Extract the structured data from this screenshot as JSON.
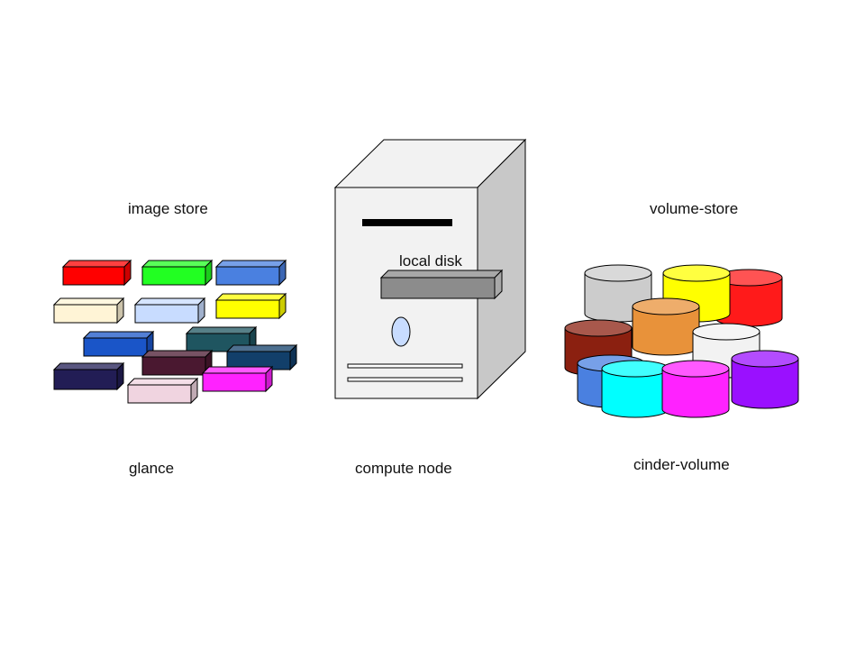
{
  "labels": {
    "image_store": "image store",
    "volume_store": "volume-store",
    "local_disk": "local disk",
    "glance": "glance",
    "compute_node": "compute node",
    "cinder_volume": "cinder-volume"
  },
  "image_blocks": [
    {
      "color": "#ff0000"
    },
    {
      "color": "#22ff22"
    },
    {
      "color": "#4a80e0"
    },
    {
      "color": "#fff4d6"
    },
    {
      "color": "#c8dcff"
    },
    {
      "color": "#ffff00"
    },
    {
      "color": "#1a55c8"
    },
    {
      "color": "#1f5560"
    },
    {
      "color": "#123f6a"
    },
    {
      "color": "#4a1830"
    },
    {
      "color": "#221d55"
    },
    {
      "color": "#ff22ff"
    },
    {
      "color": "#f0d4e0"
    }
  ],
  "volumes": [
    {
      "color": "#cccccc"
    },
    {
      "color": "#ffff00"
    },
    {
      "color": "#ff1a1a"
    },
    {
      "color": "#e8923a"
    },
    {
      "color": "#8b2010"
    },
    {
      "color": "#f2f2f2"
    },
    {
      "color": "#9a10ff"
    },
    {
      "color": "#4a80e0"
    },
    {
      "color": "#00ffff"
    },
    {
      "color": "#ff22ff"
    }
  ],
  "colors": {
    "server_front": "#f2f2f2",
    "server_side": "#c8c8c8",
    "disk_body": "#8c8c8c",
    "disk_side": "#a8a8a8",
    "slot": "#000000",
    "indicator": "#c8dcff"
  }
}
